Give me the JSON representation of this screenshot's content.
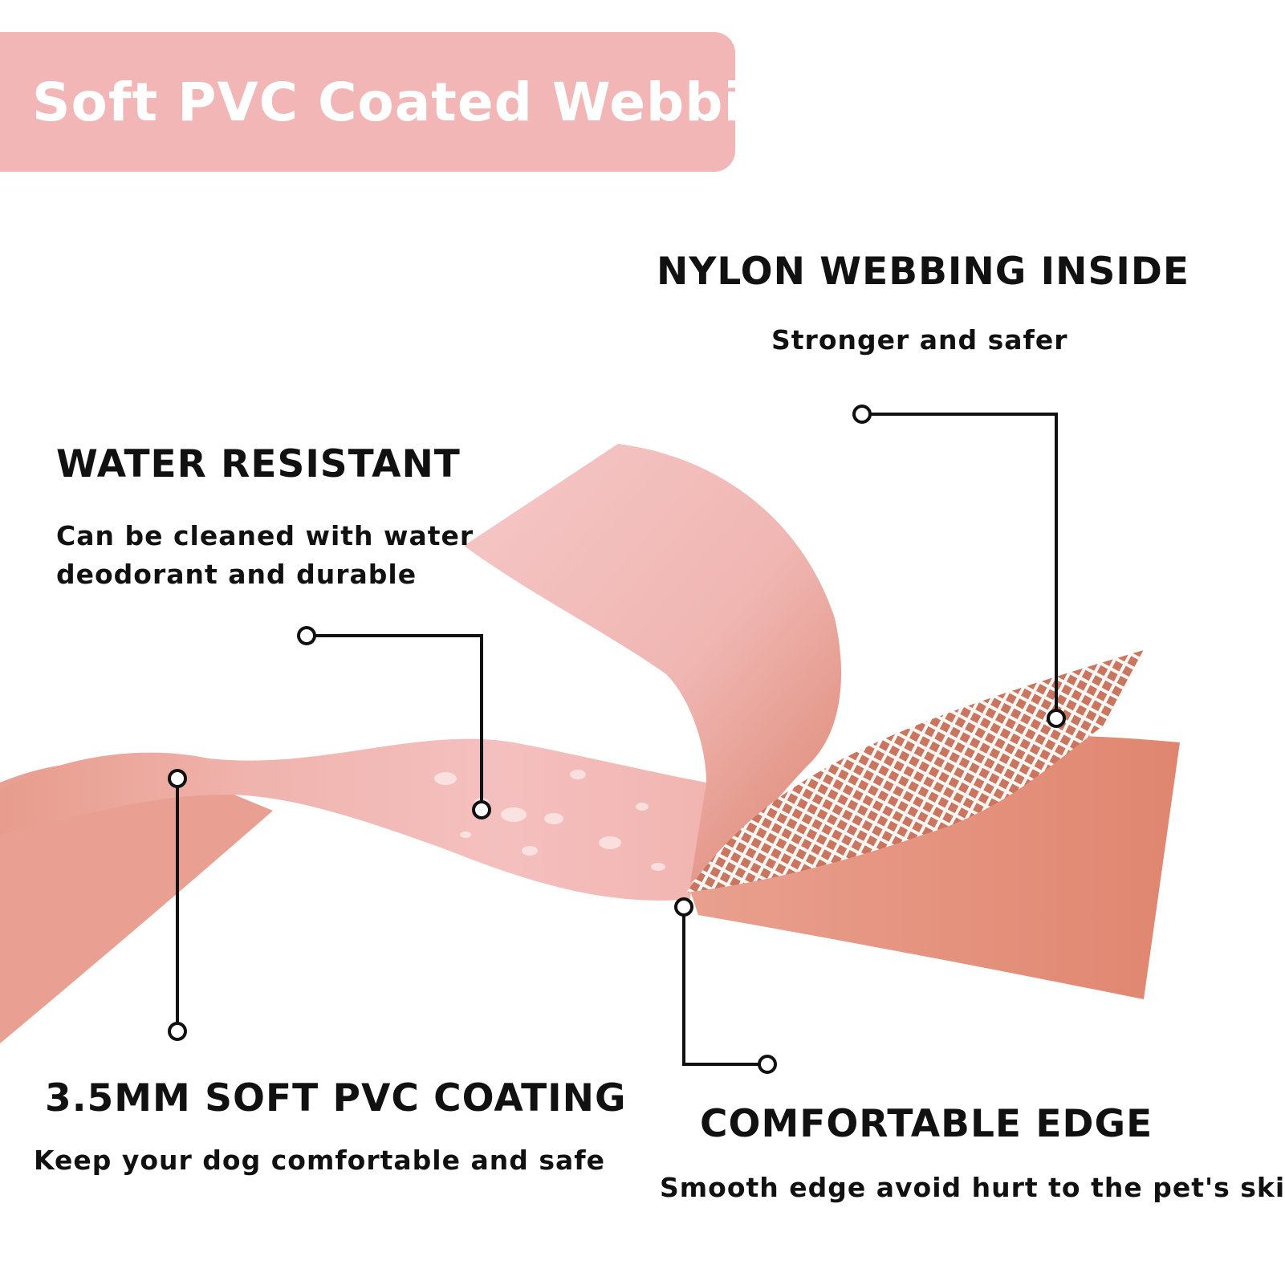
{
  "banner": {
    "title": "Soft PVC Coated Webbing"
  },
  "features": {
    "water": {
      "title": "WATER RESISTANT",
      "desc": "Can be cleaned with water\ndeodorant and durable"
    },
    "nylon": {
      "title": "NYLON WEBBING INSIDE",
      "desc": "Stronger and safer"
    },
    "pvc": {
      "title": "3.5MM SOFT PVC COATING",
      "desc": "Keep your dog comfortable and safe"
    },
    "edge": {
      "title": "COMFORTABLE EDGE",
      "desc": "Smooth edge avoid hurt to the pet's skin"
    }
  },
  "colors": {
    "banner": "#f3b6b6",
    "strap_light": "#f2bcbc",
    "strap_dark": "#e08a78",
    "text": "#111111"
  }
}
